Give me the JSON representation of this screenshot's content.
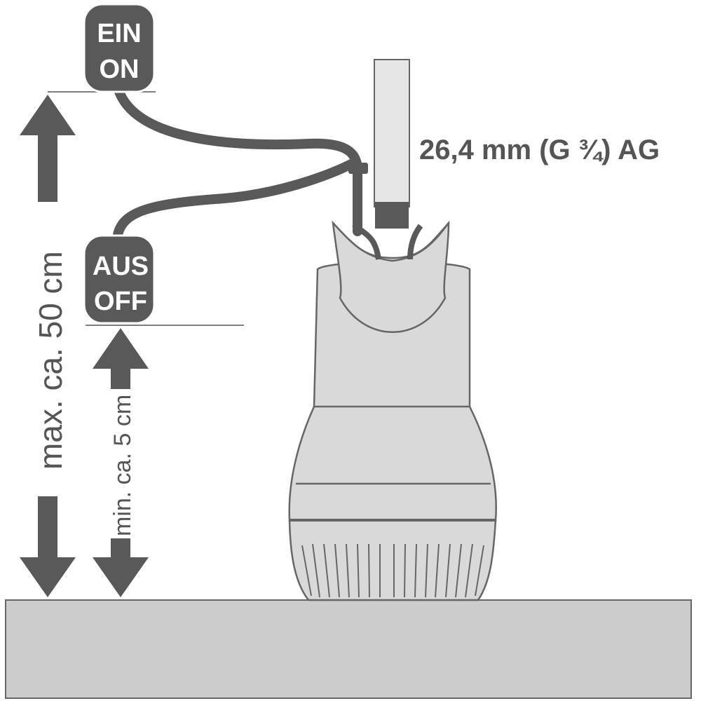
{
  "switch_on": {
    "line1": "EIN",
    "line2": "ON"
  },
  "switch_off": {
    "line1": "AUS",
    "line2": "OFF"
  },
  "pipe_label": "26,4 mm (G ¾) AG",
  "max_label": "max. ca. 50 cm",
  "min_label": "min. ca. 5 cm",
  "colors": {
    "dark": "#595959",
    "pump_fill": "#d9d9d9",
    "outline": "#666666",
    "floor": "#cccccc",
    "text": "#555555"
  }
}
